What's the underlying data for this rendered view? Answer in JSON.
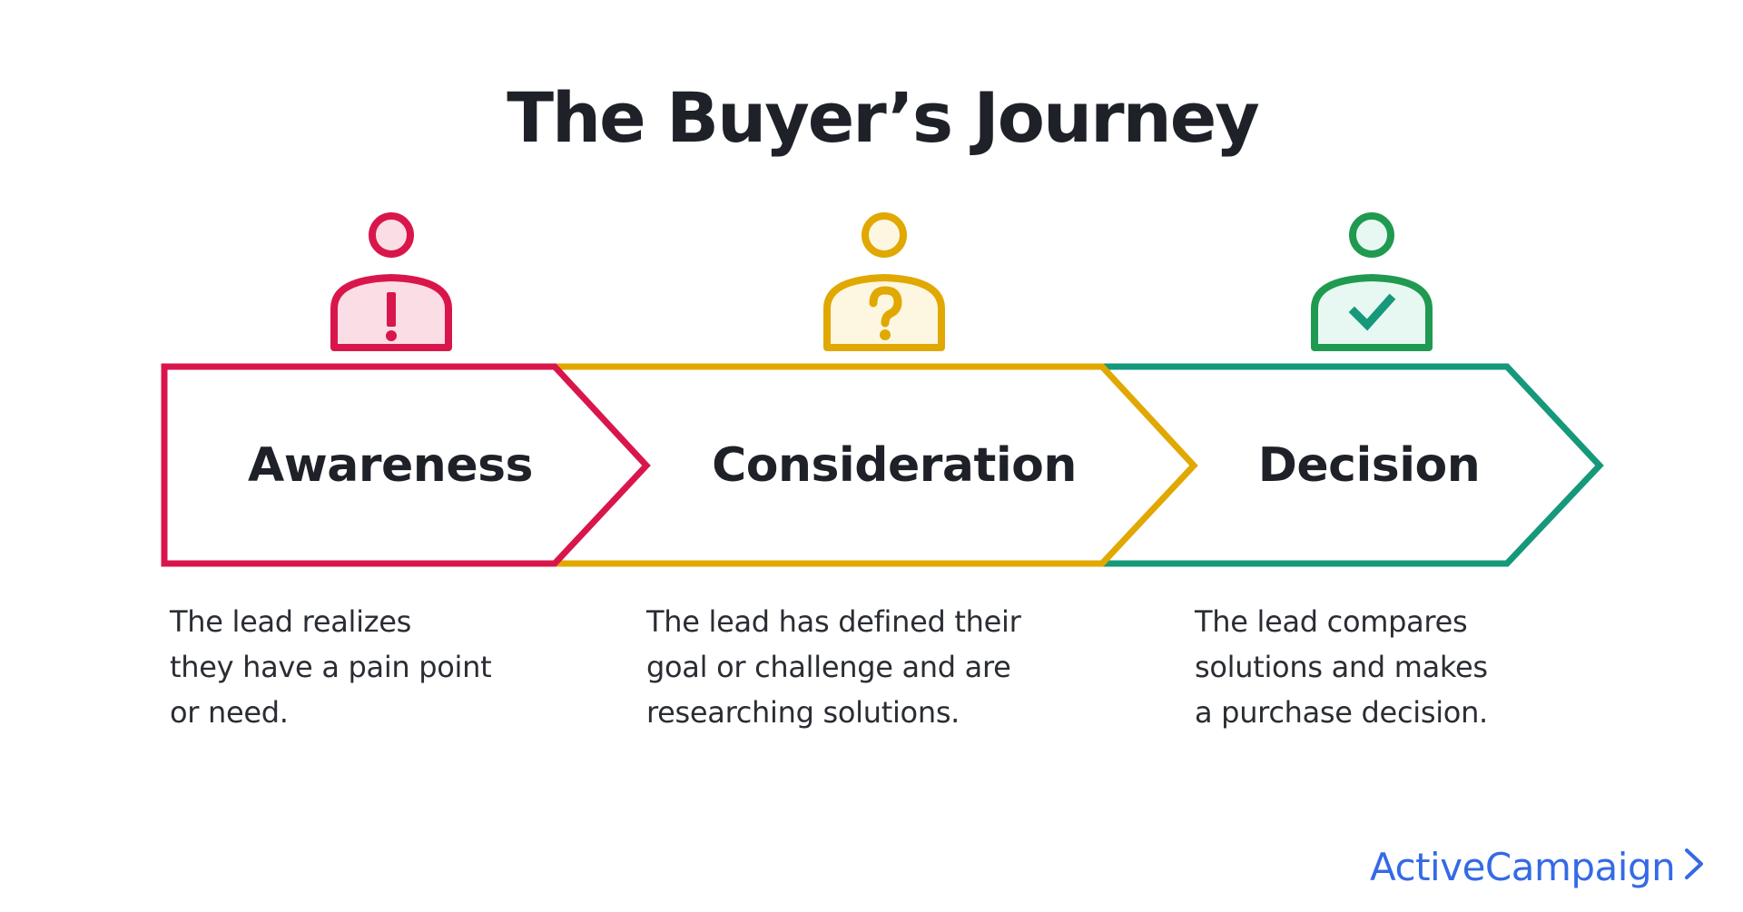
{
  "title": "The Buyer’s Journey",
  "colors": {
    "awareness": "#d9164b",
    "awareness_fill": "#fbdde5",
    "consideration": "#e0a800",
    "consideration_fill": "#fdf6e1",
    "decision_outline": "#1f9a50",
    "decision_arrow": "#16987a",
    "decision_fill": "#e7f8f3",
    "text_dark": "#1e2128",
    "brand_blue": "#356ae6"
  },
  "stages": [
    {
      "label": "Awareness",
      "icon": "person-exclamation-icon",
      "description": "The lead realizes\nthey have a pain point\nor need."
    },
    {
      "label": "Consideration",
      "icon": "person-question-icon",
      "description": "The lead has defined their\ngoal or challenge and are\nresearching solutions."
    },
    {
      "label": "Decision",
      "icon": "person-checkmark-icon",
      "description": "The lead compares\nsolutions and makes\na purchase decision."
    }
  ],
  "logo": {
    "text": "ActiveCampaign",
    "icon": "chevron-right-icon"
  }
}
